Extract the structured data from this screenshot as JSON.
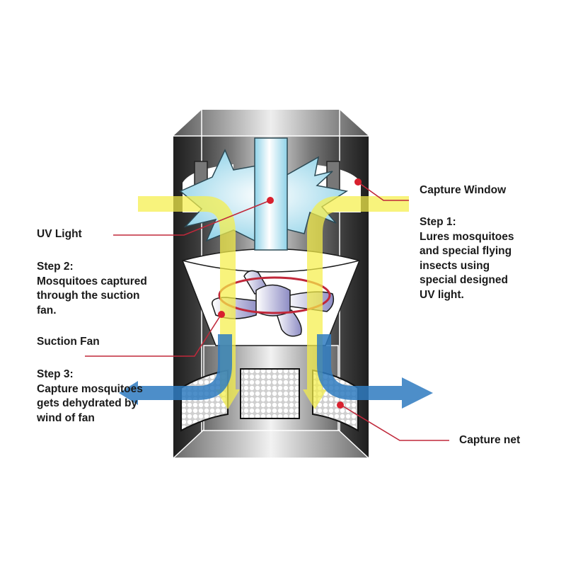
{
  "diagram": {
    "title": "Mosquito trap cross-section",
    "colors": {
      "leader_line": "#c0283a",
      "leader_dot": "#d8202e",
      "airflow_in": "#f5ef5a",
      "airflow_out": "#2f7bc0",
      "uv_tube": "#bfe6f2",
      "uv_glow": "#a9dcee",
      "fan": "#9d9ccc",
      "housing_dark": "#2a2a2a",
      "housing_light": "#e6e6e6"
    },
    "labels": {
      "uv_light": "UV Light",
      "capture_window": "Capture Window",
      "suction_fan": "Suction Fan",
      "capture_net": "Capture net",
      "step1": {
        "heading": "Step 1:",
        "lines": [
          "Lures mosquitoes",
          "and special flying",
          "insects using",
          "special designed",
          "UV light."
        ]
      },
      "step2": {
        "heading": "Step 2:",
        "lines": [
          "Mosquitoes captured",
          "through the suction",
          "fan."
        ]
      },
      "step3": {
        "heading": "Step 3:",
        "lines": [
          "Capture mosquitoes",
          "gets dehydrated by",
          "wind of fan"
        ]
      }
    }
  }
}
